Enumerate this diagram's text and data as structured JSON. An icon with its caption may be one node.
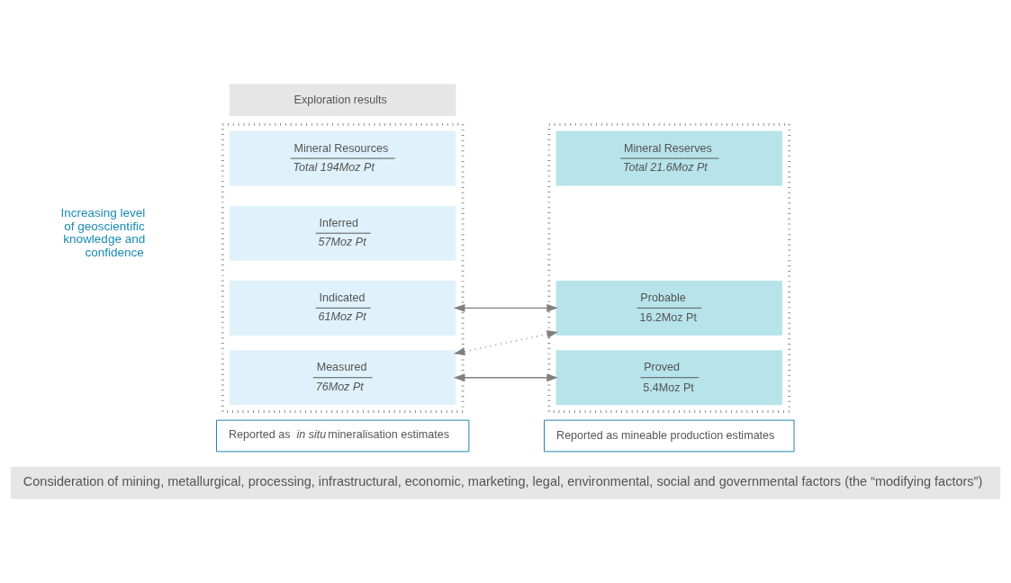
{
  "diagram": {
    "nodes": [
      {
        "text": [
          "Exploration results"
        ]
      },
      {
        "text": [],
        "shape": "box"
      },
      {
        "text": [
          "Mineral Resources",
          "Total 194Moz Pt"
        ],
        "in": 1
      },
      {
        "text": [
          "Inferred",
          "57Moz Pt"
        ],
        "in": 1
      },
      {
        "text": [
          "Indicated",
          "61Moz Pt"
        ],
        "in": 1
      },
      {
        "text": [
          "Measured",
          "76Moz Pt"
        ],
        "in": 1
      },
      {
        "text": [],
        "shape": "box"
      },
      {
        "text": [
          "Mineral Reserves",
          "Total 21.6Moz Pt"
        ],
        "in": 6
      },
      {
        "text": [
          "Probable",
          "16.2Moz Pt"
        ],
        "in": 6
      },
      {
        "text": [
          "Proved",
          "5.4Moz Pt"
        ],
        "in": 6
      },
      {
        "text": [
          "Reported as *in situ* mineralisation estimates"
        ]
      },
      {
        "text": [
          "Reported as mineable production estimates"
        ]
      },
      {
        "text": [
          "Consideration of mining, metallurgical, processing, infrastructural, economic, marketing, legal, environmental, social and governmental factors (the “modifying factors”)"
        ]
      }
    ],
    "edges": [
      {
        "from": 4,
        "to": 8,
        "arrow": "both"
      },
      {
        "from": 8,
        "to": 5,
        "arrow": "both",
        "style": "dashed"
      },
      {
        "from": 5,
        "to": 9,
        "arrow": "both"
      }
    ],
    "labels": [
      "Increasing level of geoscientific knowledge and confidence"
    ]
  }
}
